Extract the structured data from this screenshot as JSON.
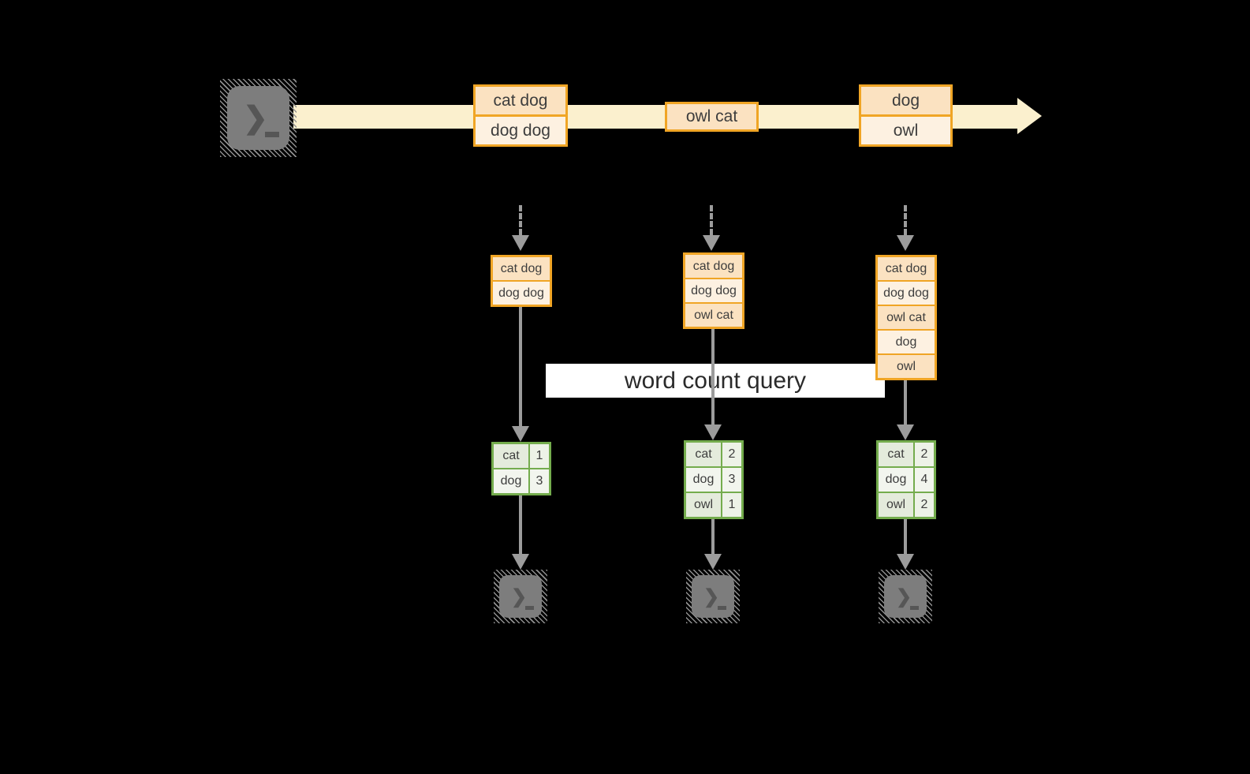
{
  "query_label": "word count query",
  "timeline": {
    "boxes": [
      {
        "rows": [
          "cat dog",
          "dog dog"
        ]
      },
      {
        "rows": [
          "owl cat"
        ]
      },
      {
        "rows": [
          "dog",
          "owl"
        ]
      }
    ]
  },
  "columns": [
    {
      "input_rows": [
        "cat dog",
        "dog dog"
      ],
      "result_rows": [
        {
          "word": "cat",
          "count": "1"
        },
        {
          "word": "dog",
          "count": "3"
        }
      ]
    },
    {
      "input_rows": [
        "cat dog",
        "dog dog",
        "owl cat"
      ],
      "result_rows": [
        {
          "word": "cat",
          "count": "2"
        },
        {
          "word": "dog",
          "count": "3"
        },
        {
          "word": "owl",
          "count": "1"
        }
      ]
    },
    {
      "input_rows": [
        "cat dog",
        "dog dog",
        "owl cat",
        "dog",
        "owl"
      ],
      "result_rows": [
        {
          "word": "cat",
          "count": "2"
        },
        {
          "word": "dog",
          "count": "4"
        },
        {
          "word": "owl",
          "count": "2"
        }
      ]
    }
  ],
  "icons": {
    "source": "terminal-prompt-icon",
    "sinks": [
      "terminal-prompt-icon",
      "terminal-prompt-icon",
      "terminal-prompt-icon"
    ]
  },
  "colors": {
    "background": "#000000",
    "stream_band": "#FBF0CE",
    "orange_border": "#F0A525",
    "cell_peach_dark": "#FBE2C1",
    "cell_peach_light": "#FDF1E1",
    "green_border": "#74AC4D",
    "cell_green_dark": "#E4EBDC",
    "cell_green_light": "#F2F5EE",
    "arrow_gray": "#9C9C9C",
    "terminal_gray": "#7D7D7D"
  }
}
